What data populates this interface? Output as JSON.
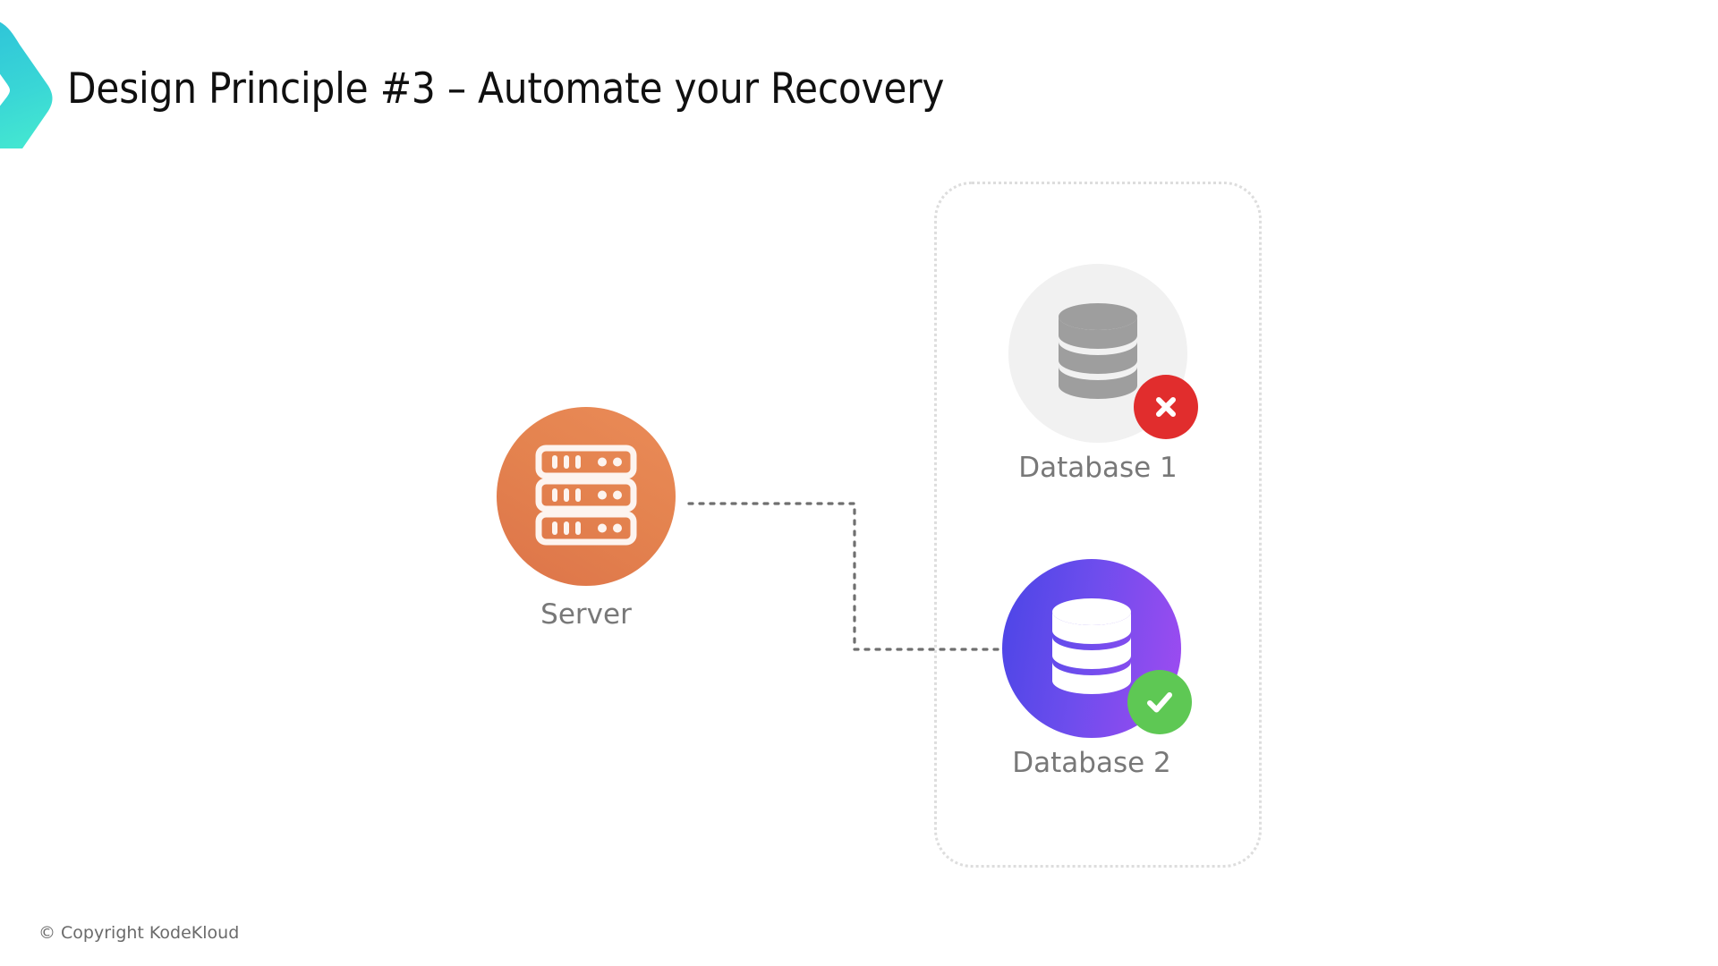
{
  "slide": {
    "title": "Design Principle #3 – Automate your Recovery",
    "background_color": "#ffffff",
    "title_color": "#101010"
  },
  "logo": {
    "name": "kodekloud-chevron-logo",
    "gradient_from": "#2ec3d9",
    "gradient_to": "#46ead0"
  },
  "diagram": {
    "group_container": {
      "name": "database-group-container",
      "border_color": "#dddddd",
      "border_style": "dotted"
    },
    "nodes": [
      {
        "id": "server",
        "label": "Server",
        "icon": "server-rack-icon",
        "circle_gradient_from": "#ea8b58",
        "circle_gradient_to": "#dd7449",
        "status": "active",
        "badge": null
      },
      {
        "id": "database-1",
        "label": "Database 1",
        "icon": "database-cylinder-icon",
        "circle_color": "#f1f1f1",
        "icon_color": "#9e9e9e",
        "status": "failed",
        "badge": {
          "name": "error-badge",
          "glyph": "cross-icon",
          "color": "#e12d2d"
        }
      },
      {
        "id": "database-2",
        "label": "Database 2",
        "icon": "database-cylinder-icon",
        "circle_gradient_from": "#4a45e6",
        "circle_gradient_to": "#a04bf0",
        "icon_color": "#ffffff",
        "status": "healthy",
        "badge": {
          "name": "success-badge",
          "glyph": "check-icon",
          "color": "#5ec854"
        }
      }
    ],
    "connector": {
      "name": "server-to-database2-connector",
      "from": "server",
      "to": "database-2",
      "style": "dotted",
      "color": "#6f6f6f",
      "arrowhead": true
    },
    "label_color": "#787878"
  },
  "footer": {
    "copyright": "© Copyright KodeKloud",
    "color": "#6a6a6a"
  }
}
